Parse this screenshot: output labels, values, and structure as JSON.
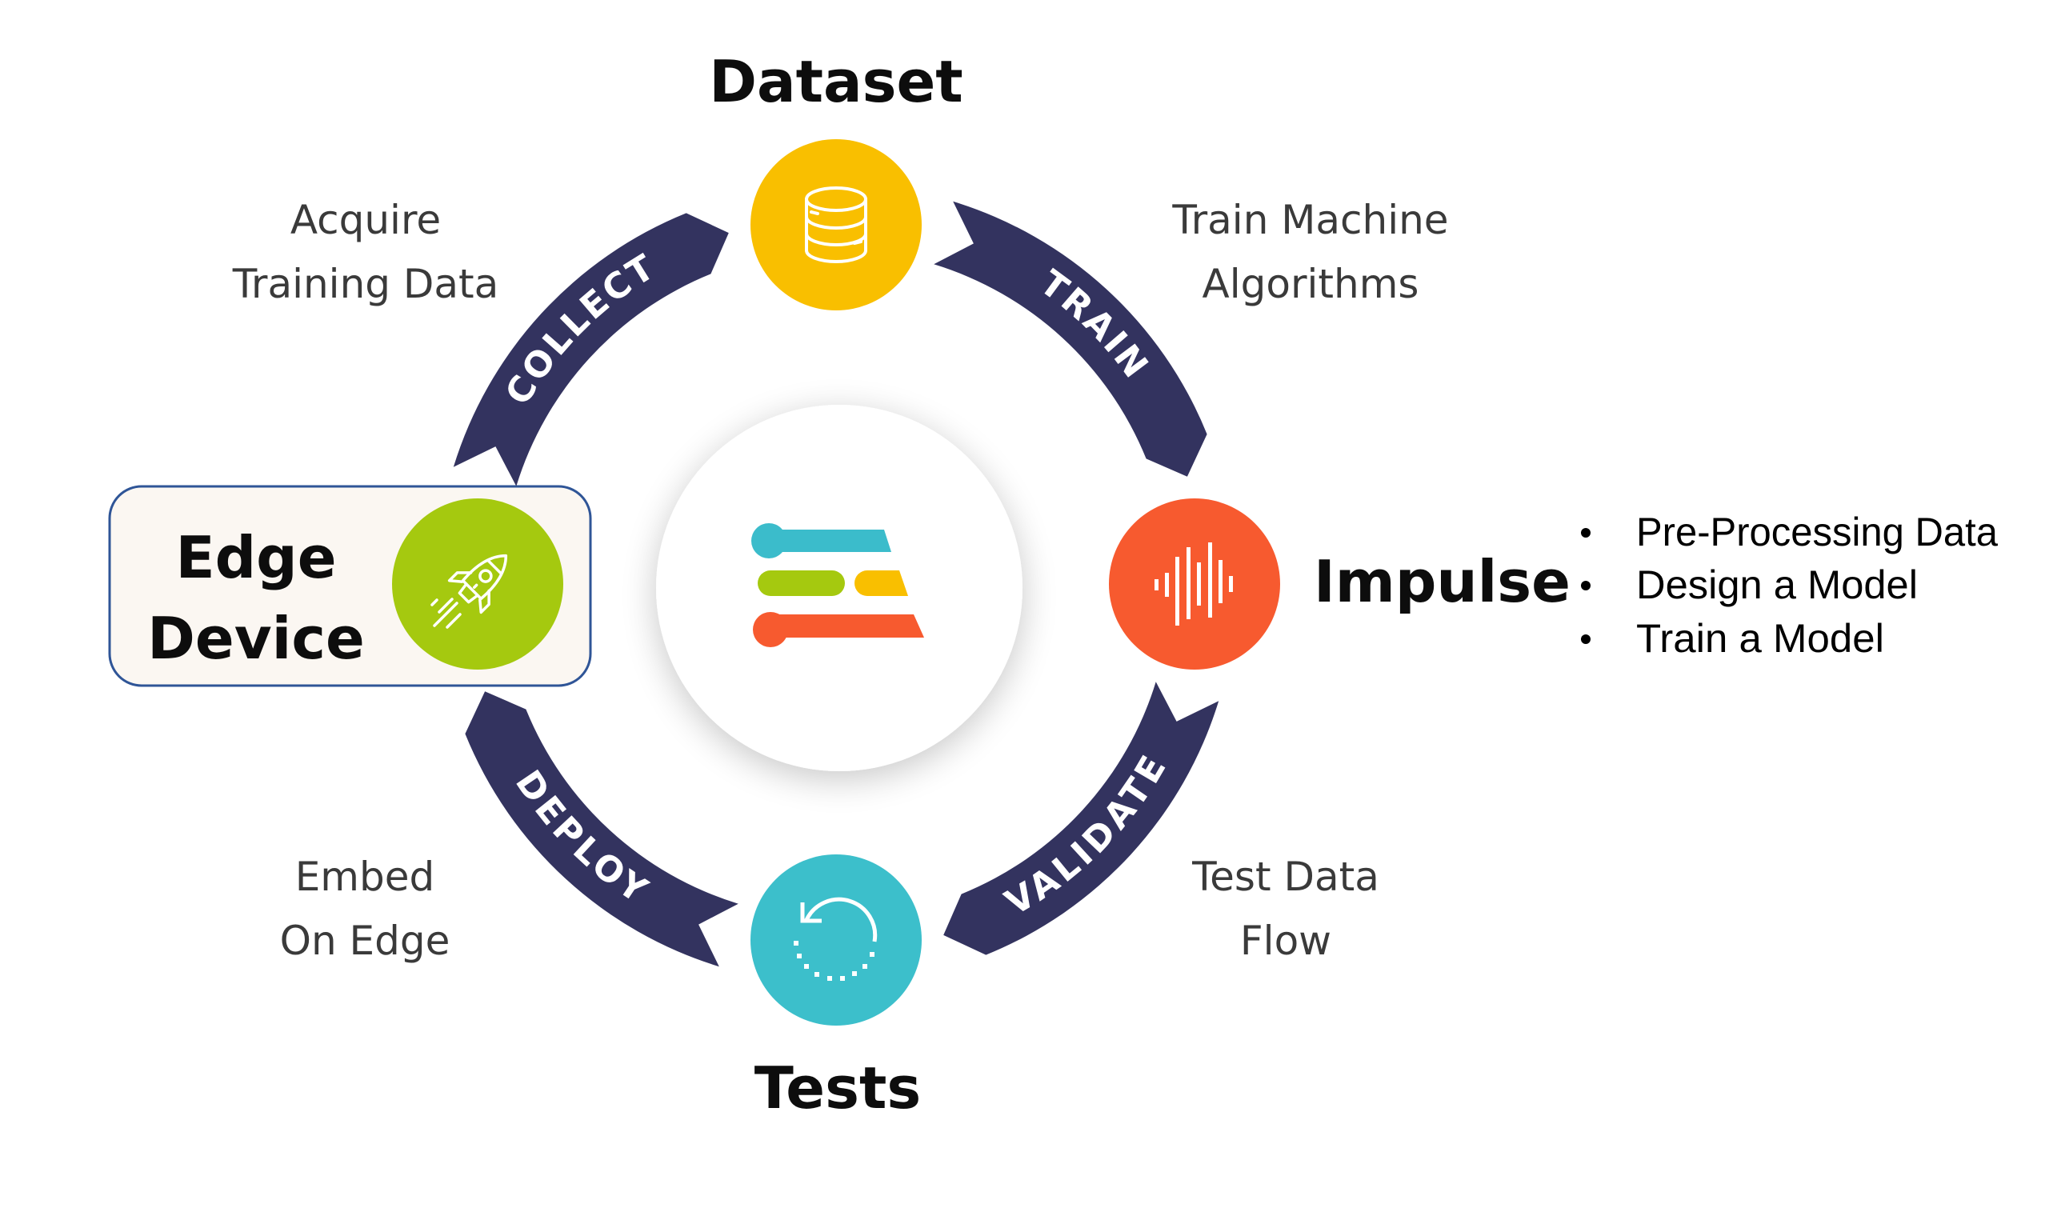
{
  "stages": {
    "dataset": {
      "label": "Dataset",
      "icon": "database-icon",
      "color": "#f9bf00"
    },
    "impulse": {
      "label": "Impulse",
      "icon": "sound-wave-icon",
      "color": "#f75a2f"
    },
    "tests": {
      "label": "Tests",
      "icon": "refresh-dotted-icon",
      "color": "#3cbfcb"
    },
    "edge": {
      "label_line1": "Edge",
      "label_line2": "Device",
      "icon": "rocket-icon",
      "color": "#a5c90f"
    }
  },
  "ribbons": {
    "collect": "COLLECT",
    "train": "TRAIN",
    "validate": "VALIDATE",
    "deploy": "DEPLOY",
    "color": "#33335f"
  },
  "captions": {
    "collect": {
      "line1": "Acquire",
      "line2": "Training Data"
    },
    "train": {
      "line1": "Train Machine",
      "line2": "Algorithms"
    },
    "validate": {
      "line1": "Test Data",
      "line2": "Flow"
    },
    "deploy": {
      "line1": "Embed",
      "line2": "On Edge"
    }
  },
  "impulse_steps": [
    "Pre-Processing Data",
    "Design a Model",
    "Train a Model"
  ],
  "center_logo": {
    "icon": "edge-impulse-logo-icon",
    "colors": {
      "blue": "#3bbccb",
      "green": "#a5c90f",
      "yellow": "#f9bf00",
      "red": "#f75a2f"
    }
  },
  "highlight_box": {
    "border": "#2f5597",
    "fill": "#fbf7f2"
  }
}
